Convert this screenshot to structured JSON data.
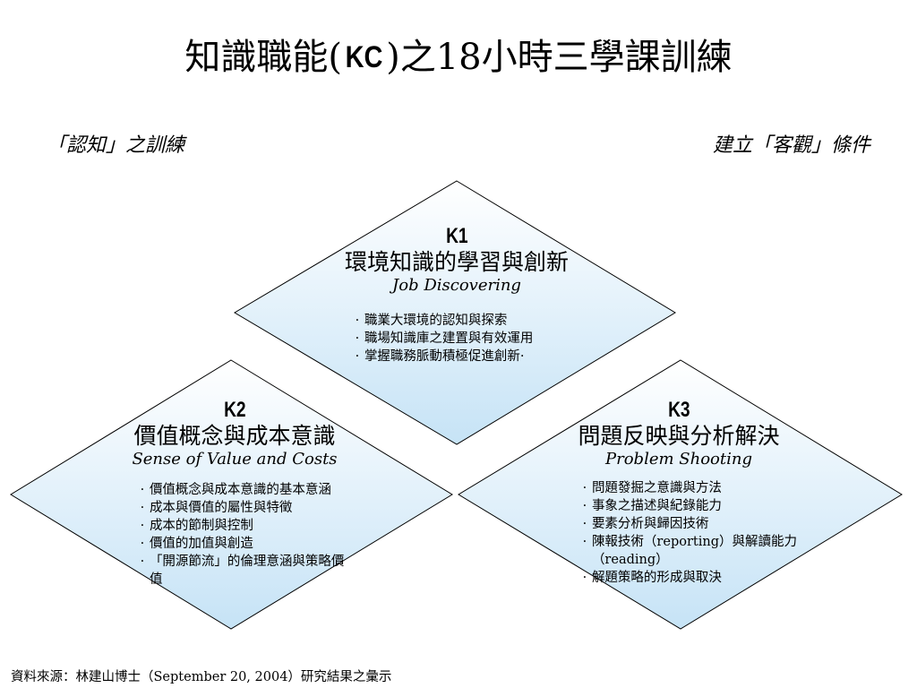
{
  "title": {
    "prefix": "知識職能(",
    "kc": "KC",
    "suffix": ")之18小時三學課訓練"
  },
  "subtitle_left": "「認知」之訓練",
  "subtitle_right": "建立「客觀」條件",
  "colors": {
    "gradient_top": "#ffffff",
    "gradient_bottom": "#c6e3f6",
    "outline": "#000000"
  },
  "k1": {
    "code": "K1",
    "title": "環境知識的學習與創新",
    "english": "Job Discovering",
    "bullets": [
      "職業大環境的認知與探索",
      "職場知識庫之建置與有效運用",
      "掌握職務脈動積極促進創新·"
    ]
  },
  "k2": {
    "code": "K2",
    "title": "價值概念與成本意識",
    "english": "Sense of Value and Costs",
    "bullets": [
      "價值概念與成本意識的基本意涵",
      "成本與價值的屬性與特徵",
      "成本的節制與控制",
      "價值的加值與創造",
      "「開源節流」的倫理意涵與策略價值"
    ]
  },
  "k3": {
    "code": "K3",
    "title": "問題反映與分析解決",
    "english": "Problem Shooting",
    "bullets": [
      "問題發掘之意識與方法",
      "事象之描述與紀錄能力",
      "要素分析與歸因技術",
      "陳報技術（reporting）與解讀能力",
      "（reading）",
      "解題策略的形成與取決"
    ]
  },
  "source": "資料來源：林建山博士（September 20, 2004）研究結果之彙示"
}
